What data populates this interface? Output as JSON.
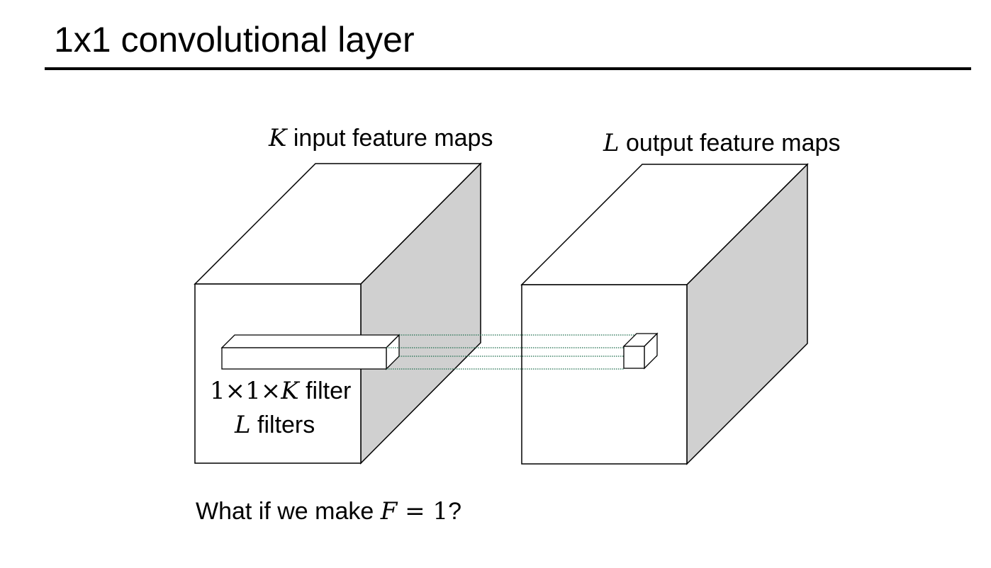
{
  "title": "1x1 convolutional layer",
  "input_label": {
    "var": "K",
    "text": " input feature maps"
  },
  "output_label": {
    "var": "L",
    "text": " output feature maps"
  },
  "filter_label": {
    "prefix": "1×1×",
    "var": "K",
    "text": " filter"
  },
  "filters_count_label": {
    "var": "L",
    "text": " filters"
  },
  "question": {
    "text": "What if we make ",
    "var": "F",
    "eq": " = 1",
    "end": "?"
  },
  "colors": {
    "side_face": "#d0d0d0",
    "front_face": "#ffffff",
    "edge": "#000000",
    "connector": "#1a6b4a"
  }
}
